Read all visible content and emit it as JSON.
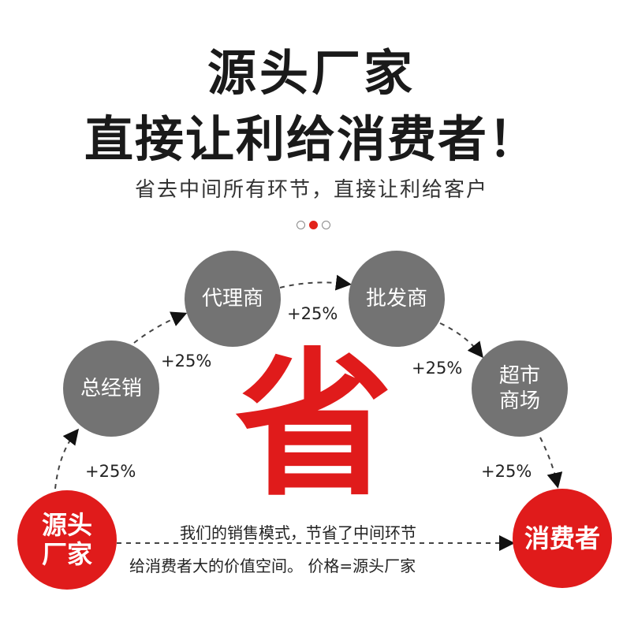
{
  "header": {
    "title_line1": "源头厂家",
    "title_line2": "直接让利给消费者！",
    "subtitle": "省去中间所有环节，直接让利给客户"
  },
  "pagination": {
    "count": 3,
    "active_index": 1
  },
  "nodes": {
    "source": "源头\n厂家",
    "general_distributor": "总经销",
    "agent": "代理商",
    "wholesaler": "批发商",
    "supermarket": "超市\n商场",
    "consumer": "消费者"
  },
  "markups": {
    "m1": "+25%",
    "m2": "+25%",
    "m3": "+25%",
    "m4": "+25%",
    "m5": "+25%"
  },
  "center_char": "省",
  "bottom_note": {
    "line1": "我们的销售模式，节省了中间环节",
    "line2": "给消费者大的价值空间。 价格=源头厂家"
  },
  "colors": {
    "accent_red": "#e01b1b",
    "node_gray": "#737373",
    "text_dark": "#1a1a1a"
  }
}
